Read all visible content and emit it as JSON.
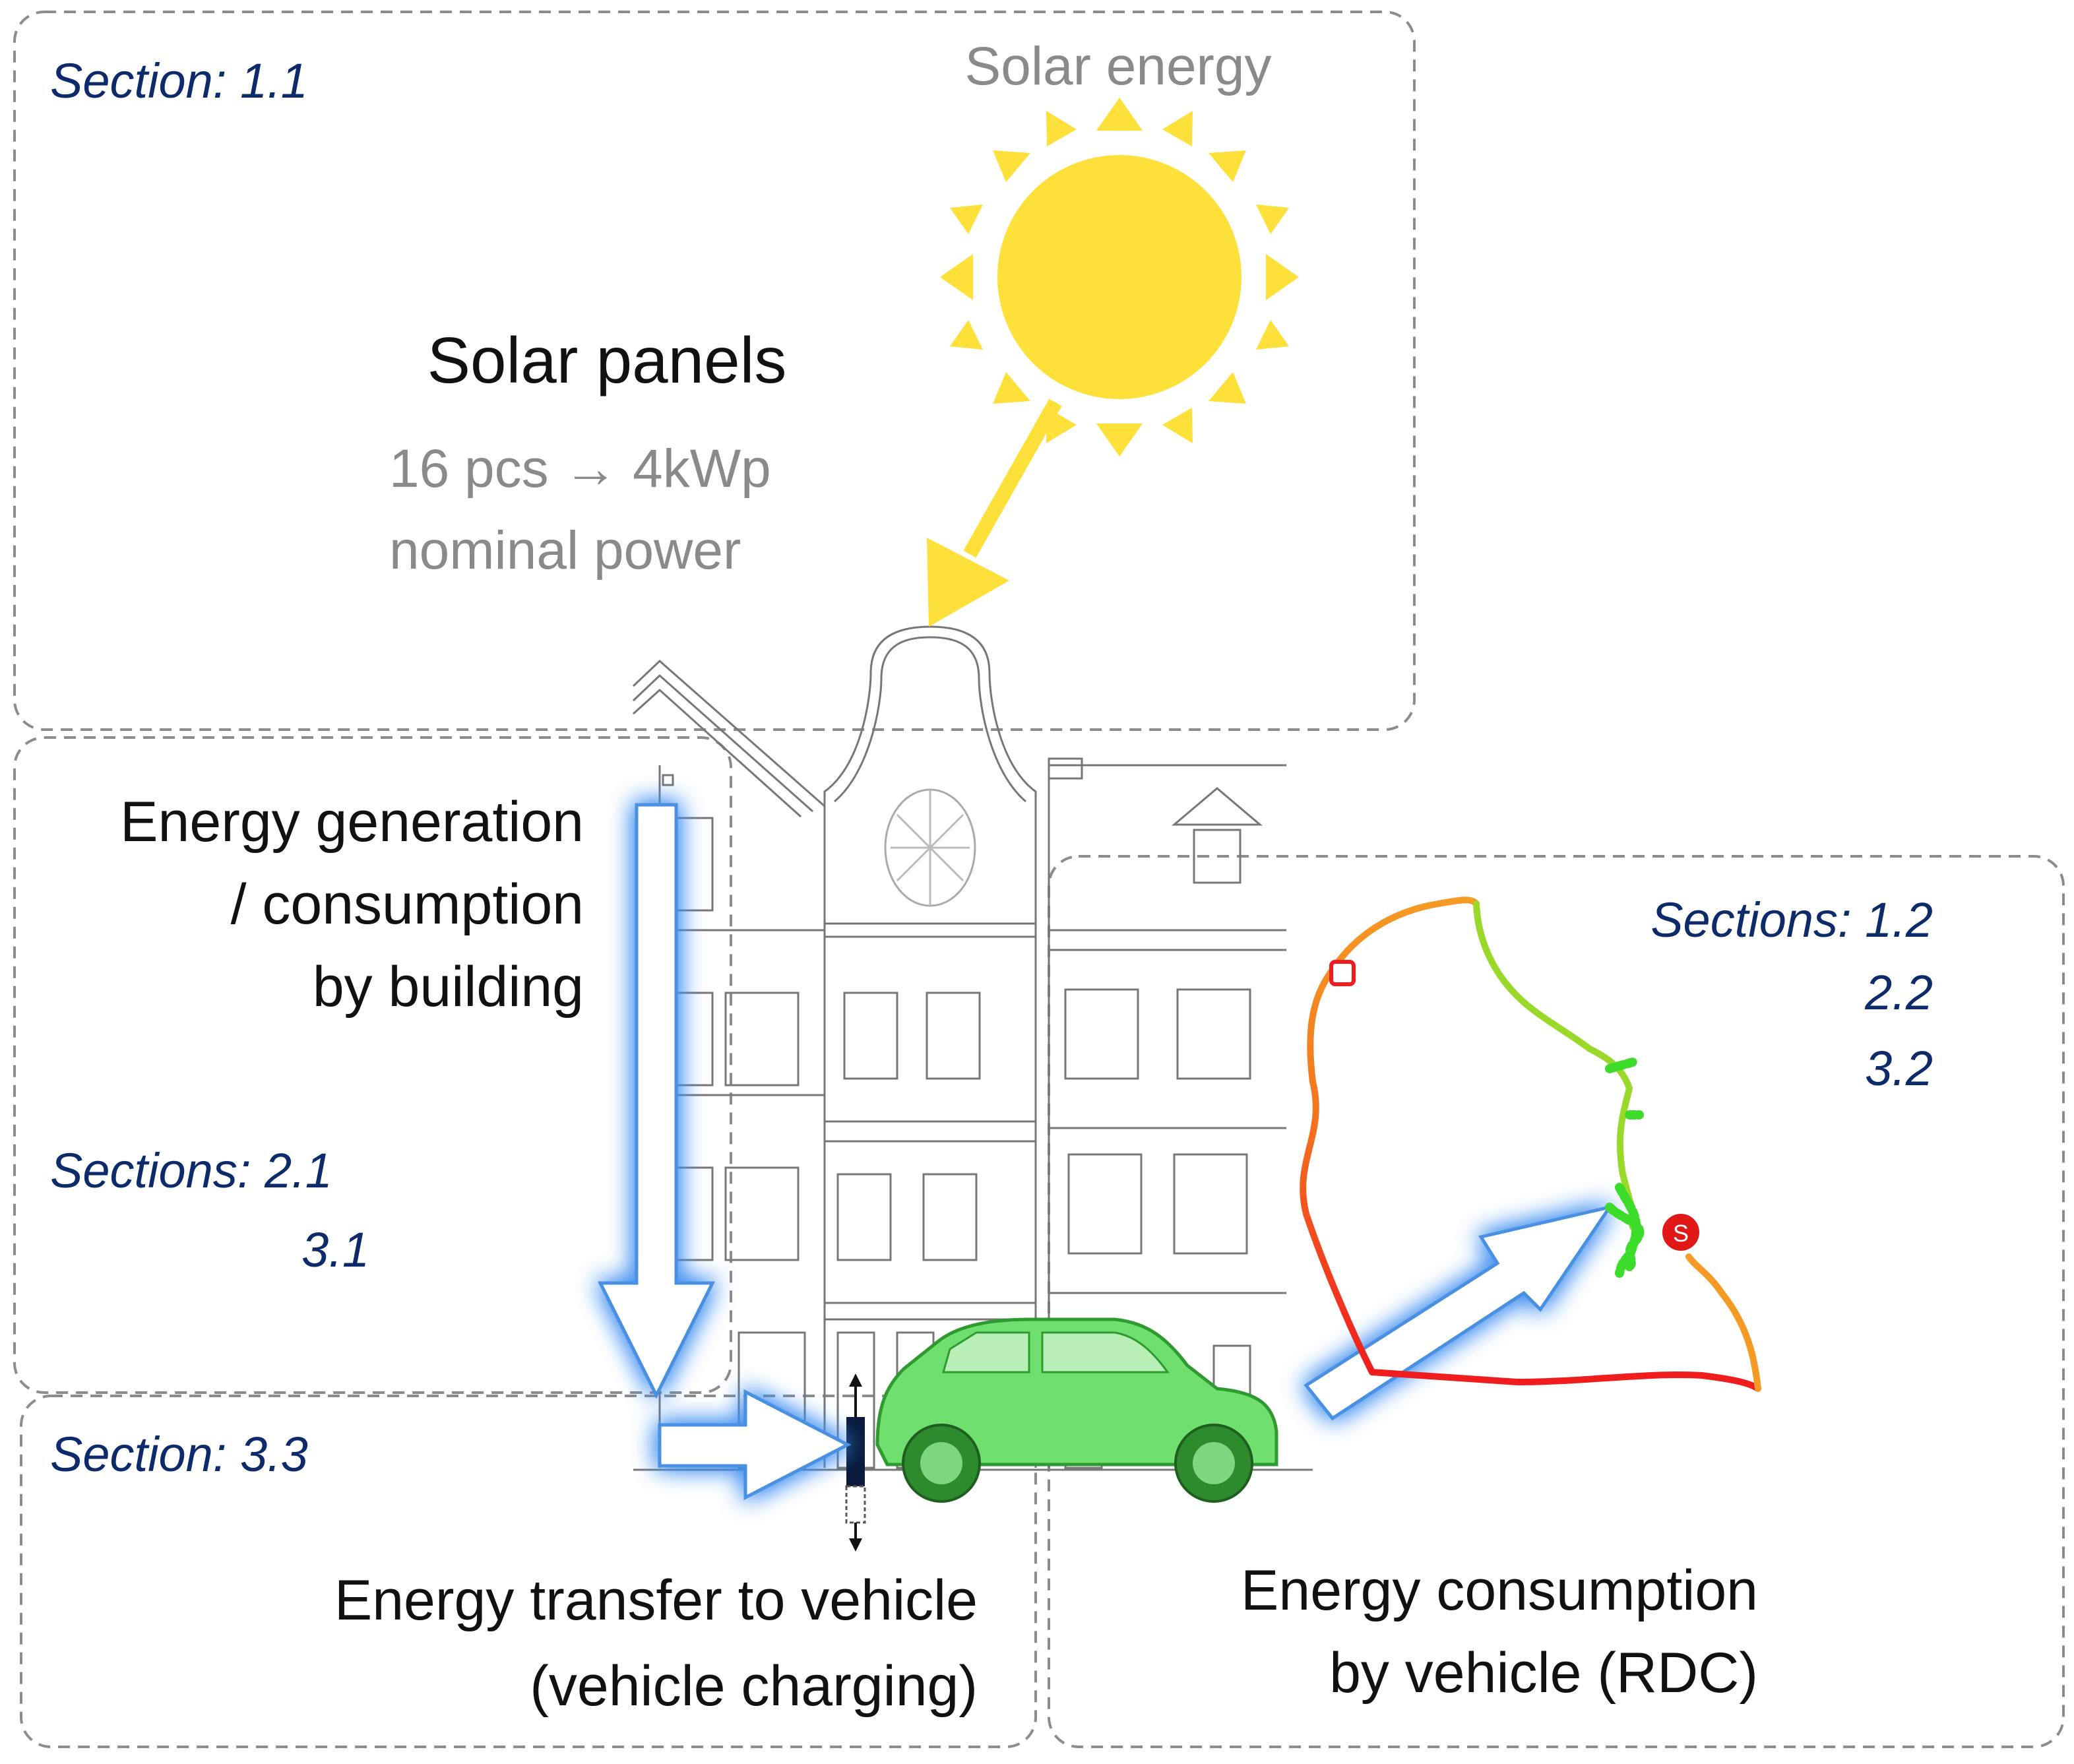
{
  "colors": {
    "section_text": "#0d2a6b",
    "sun_fill": "#fde13a",
    "flow_arrow_glow": "#5a9fe8",
    "car_fill": "#6fe06f",
    "route_red": "#ef1d1d",
    "route_orange": "#f59a24",
    "route_green": "#7bdc2a",
    "box_border": "#8c8c8c"
  },
  "section_1_1": {
    "section_label": "Section: 1.1",
    "solar_energy": "Solar energy",
    "solar_panels_title": "Solar panels",
    "panels_line1": "16 pcs → 4kWp",
    "panels_line2": "nominal power"
  },
  "building_box": {
    "title_line1": "Energy generation",
    "title_line2": "/ consumption",
    "title_line3": "by building",
    "sections_label": "Sections: 2.1",
    "sections_extra": "3.1"
  },
  "charging_box": {
    "section_label": "Section: 3.3",
    "title_line1": "Energy transfer to vehicle",
    "title_line2": "(vehicle charging)"
  },
  "vehicle_box": {
    "sections_label": "Sections: 1.2",
    "sections_extra_1": "2.2",
    "sections_extra_2": "3.2",
    "title_line1": "Energy consumption",
    "title_line2": "by vehicle (RDC)",
    "start_marker": "S"
  },
  "icons": [
    "sun-icon",
    "building-icon",
    "car-icon",
    "route-map-icon",
    "charger-icon"
  ]
}
